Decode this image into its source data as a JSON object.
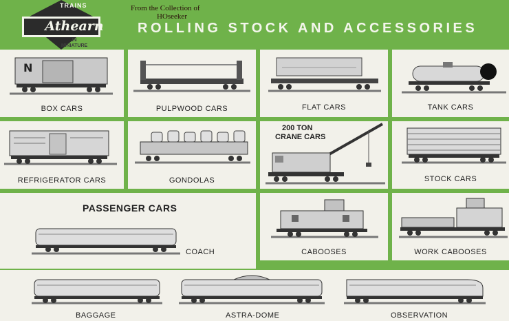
{
  "header": {
    "brand_top": "TRAINS",
    "brand_name": "Athearn",
    "brand_bottom_1": "IN",
    "brand_bottom_2": "MINIATURE",
    "credit_line_1": "From the Collection of",
    "credit_line_2": "HOseeker",
    "title": "ROLLING STOCK AND ACCESSORIES"
  },
  "freight": {
    "box_cars": "BOX CARS",
    "pulpwood_cars": "PULPWOOD CARS",
    "flat_cars": "FLAT CARS",
    "tank_cars": "TANK CARS",
    "refrigerator_cars": "REFRIGERATOR CARS",
    "gondolas": "GONDOLAS",
    "crane_line_1": "200 TON",
    "crane_line_2": "CRANE CARS",
    "stock_cars": "STOCK CARS",
    "cabooses": "CABOOSES",
    "work_cabooses": "WORK CABOOSES"
  },
  "passenger": {
    "heading": "PASSENGER CARS",
    "coach": "COACH",
    "baggage": "BAGGAGE",
    "astra_dome": "ASTRA-DOME",
    "observation": "OBSERVATION"
  }
}
